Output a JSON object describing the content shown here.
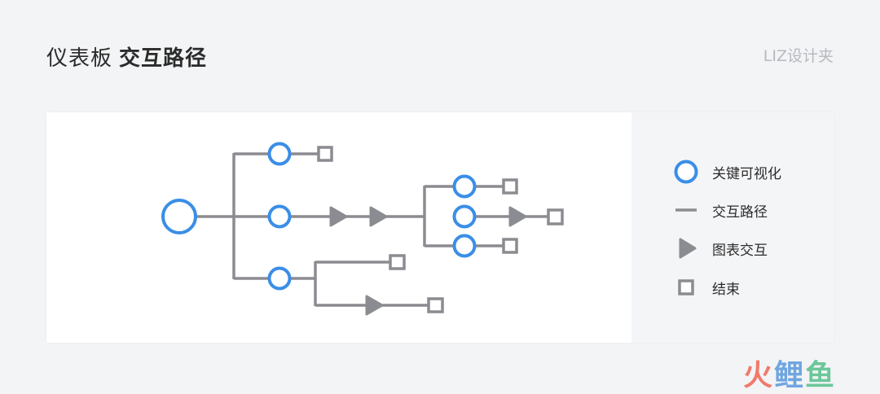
{
  "header": {
    "title_light": "仪表板",
    "title_bold": "交互路径",
    "brand": "LIZ设计夹"
  },
  "legend": {
    "items": [
      {
        "id": "node",
        "label": "关键可视化",
        "icon": "circle-icon"
      },
      {
        "id": "path",
        "label": "交互路径",
        "icon": "line-icon"
      },
      {
        "id": "interaction",
        "label": "图表交互",
        "icon": "triangle-icon"
      },
      {
        "id": "end",
        "label": "结束",
        "icon": "square-icon"
      }
    ]
  },
  "colors": {
    "node": "#3a8ee6",
    "path": "#8b8c91",
    "end": "#8b8c91",
    "interaction": "#8b8c91"
  },
  "watermark": {
    "part1": "火",
    "part2": "鲤",
    "part3": "鱼"
  }
}
